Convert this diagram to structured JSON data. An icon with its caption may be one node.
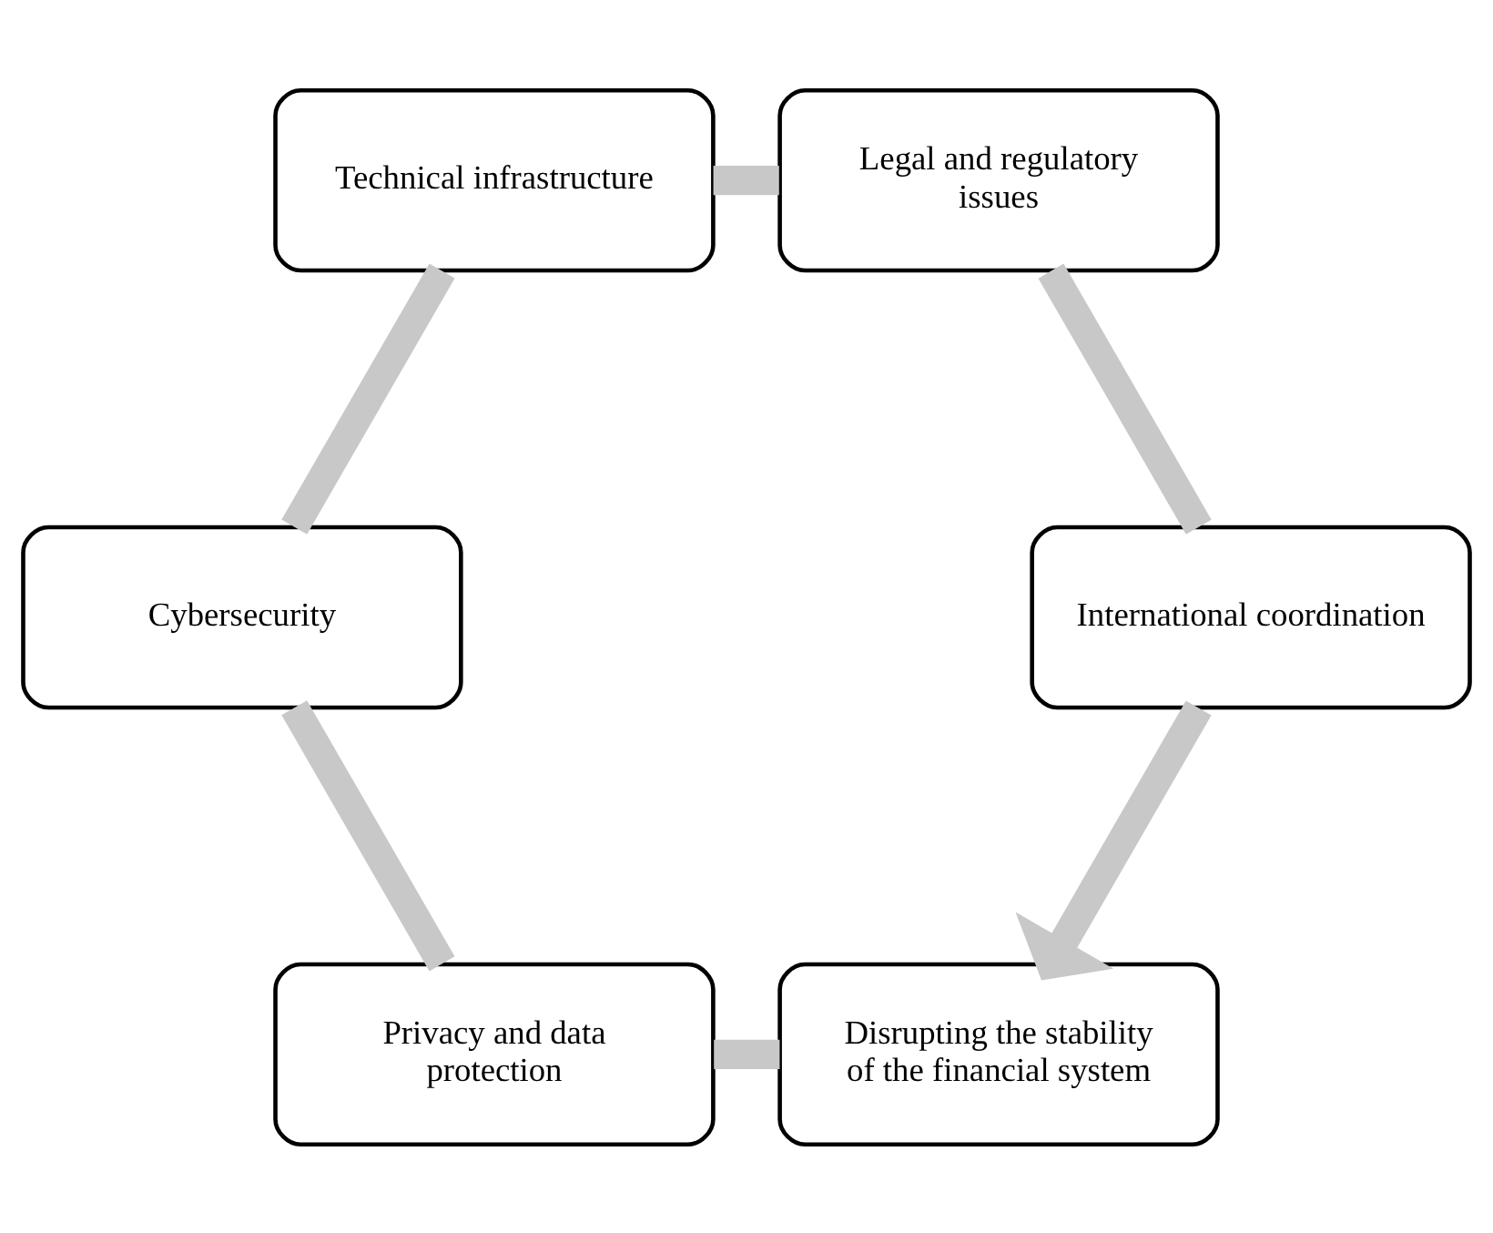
{
  "diagram": {
    "nodes": [
      {
        "text": [
          "Disrupting the stability of the financial system"
        ]
      },
      {
        "text": [
          "Privacy and data protection"
        ]
      },
      {
        "text": [
          "Cybersecurity"
        ]
      },
      {
        "text": [
          "Technical infrastructure"
        ]
      },
      {
        "text": [
          "Legal and regulatory issues"
        ]
      },
      {
        "text": [
          "International coordination"
        ]
      }
    ],
    "edges": [
      {
        "from": 0,
        "to": 1,
        "arrow": "none"
      },
      {
        "from": 1,
        "to": 2,
        "arrow": "none"
      },
      {
        "from": 2,
        "to": 3,
        "arrow": "none"
      },
      {
        "from": 3,
        "to": 4,
        "arrow": "none"
      },
      {
        "from": 4,
        "to": 5,
        "arrow": "none"
      },
      {
        "from": 5,
        "to": 0,
        "arrow": "to"
      }
    ]
  }
}
